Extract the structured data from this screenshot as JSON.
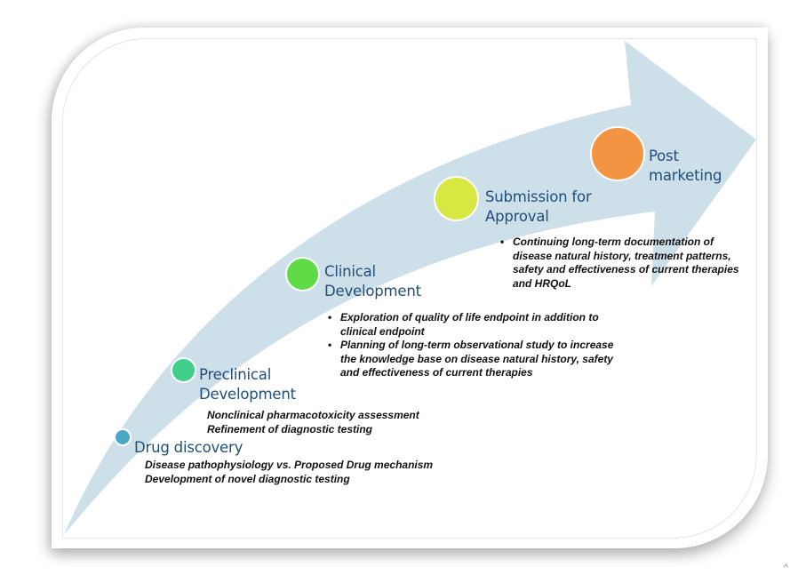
{
  "diagram": {
    "type": "curved-arrow-timeline",
    "colors": {
      "arrow_fill": "#cde0ea",
      "title_text": "#1f4e79",
      "description_text": "#111111",
      "card_background": "#ffffff"
    },
    "stages": [
      {
        "id": "drug-discovery",
        "title": "Drug discovery",
        "color": "#4aa8c4",
        "bullets": false,
        "lines": [
          "Disease pathophysiology vs. Proposed Drug mechanism",
          "Development of novel diagnostic testing"
        ]
      },
      {
        "id": "preclinical-development",
        "title": "Preclinical Development",
        "title_lines": [
          "Preclinical",
          "Development"
        ],
        "color": "#3fcf88",
        "bullets": false,
        "lines": [
          "Nonclinical pharmacotoxicity assessment",
          "Refinement of diagnostic testing"
        ]
      },
      {
        "id": "clinical-development",
        "title": "Clinical Development",
        "title_lines": [
          "Clinical",
          "Development"
        ],
        "color": "#5fdc45",
        "bullets": true,
        "lines": [
          "Exploration of quality of life endpoint in addition to clinical endpoint",
          "Planning of long-term observational study to increase the knowledge base on disease natural history, safety and effectiveness of current therapies"
        ]
      },
      {
        "id": "submission-for-approval",
        "title": "Submission for Approval",
        "title_lines": [
          "Submission for",
          "Approval"
        ],
        "color": "#d8e843",
        "bullets": true,
        "lines": [
          "Continuing long-term documentation of disease natural history, treatment patterns, safety and effectiveness of current therapies and HRQoL"
        ]
      },
      {
        "id": "post-marketing",
        "title": "Post marketing",
        "title_lines": [
          "Post",
          "marketing"
        ],
        "color": "#f39443",
        "bullets": false,
        "lines": []
      }
    ]
  },
  "footer": {
    "caret": "^"
  }
}
